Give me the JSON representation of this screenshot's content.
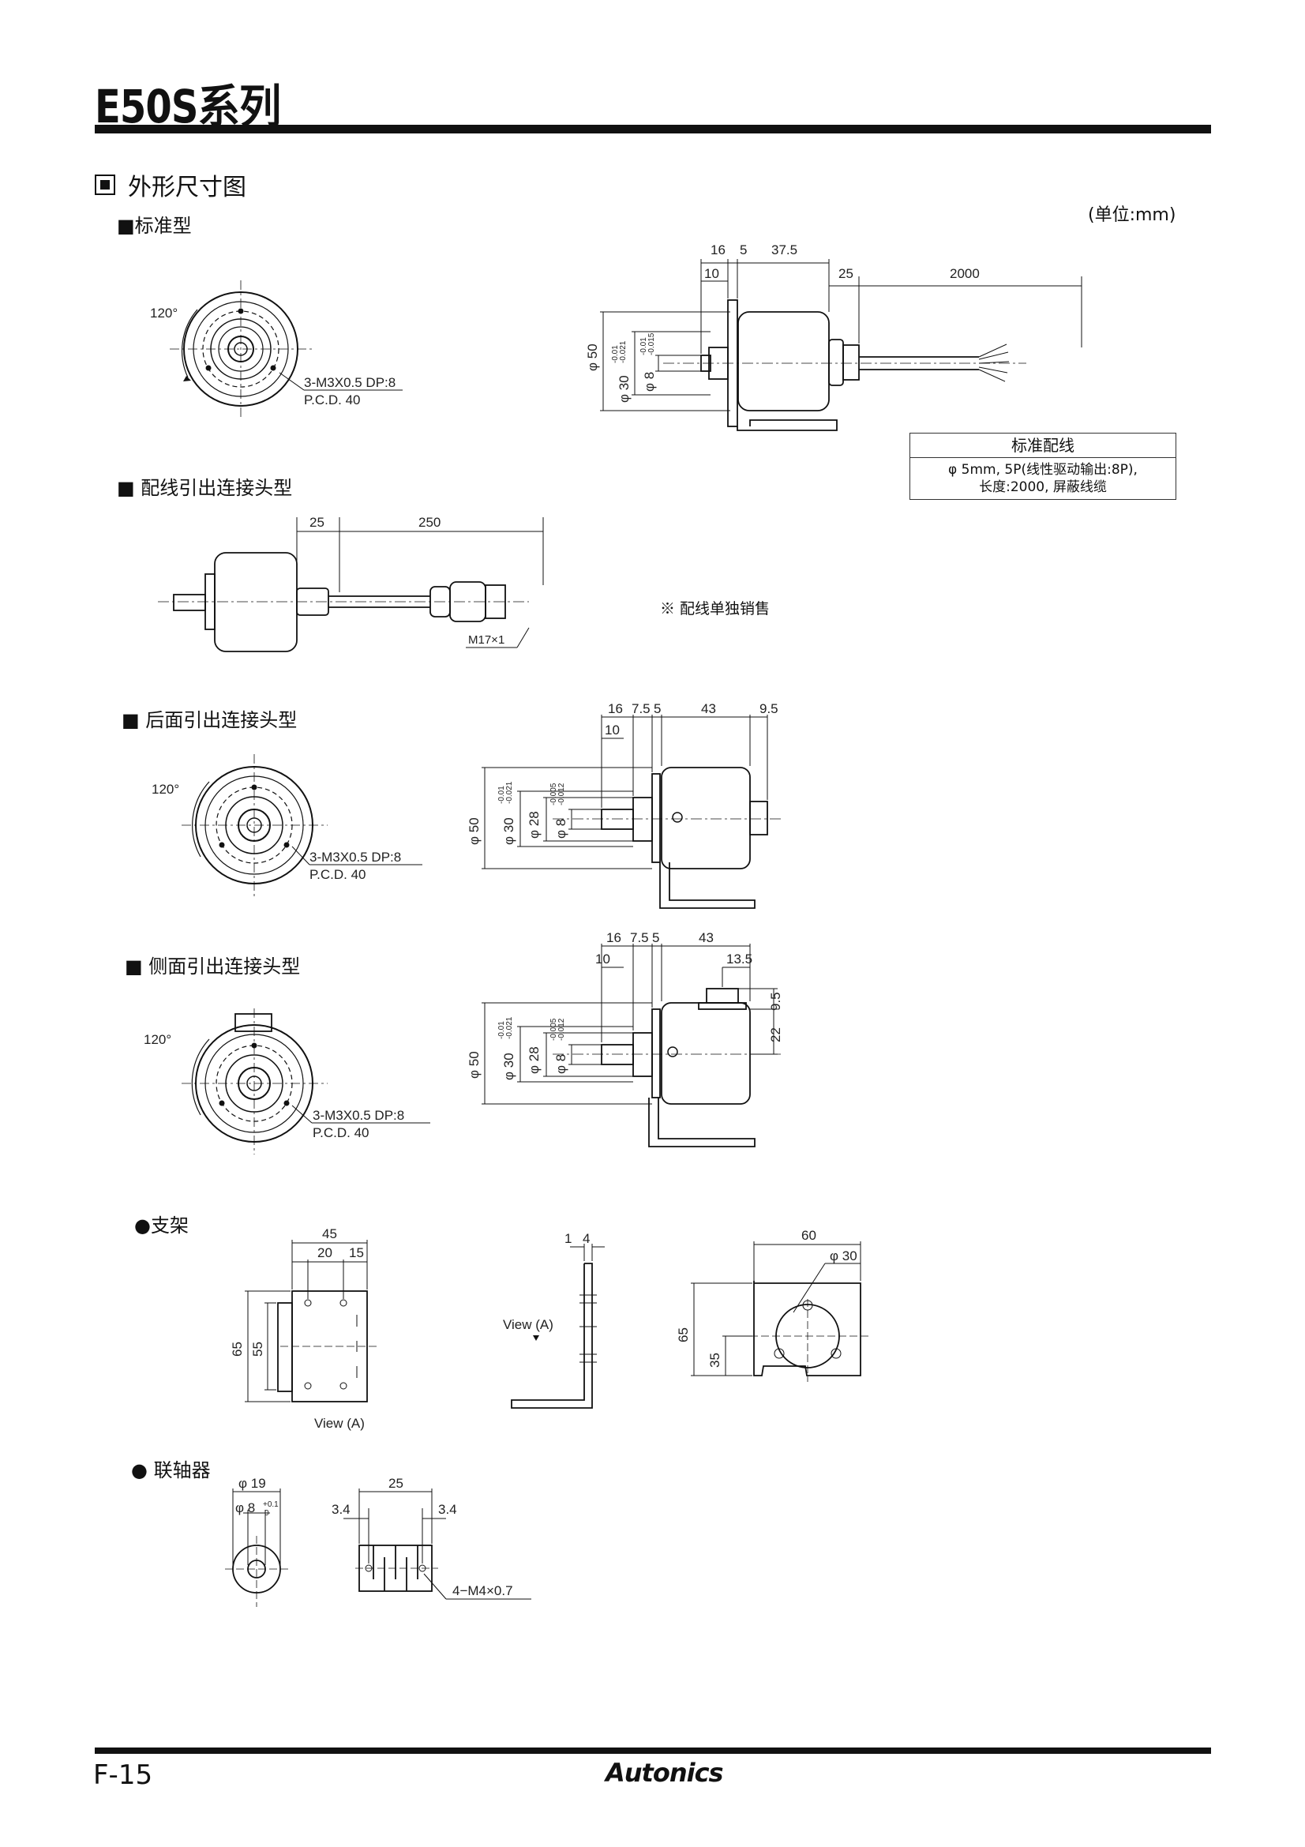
{
  "header": {
    "title": "E50S系列"
  },
  "section": {
    "title": "外形尺寸图",
    "unit": "(单位:mm)"
  },
  "standard": {
    "label": "■标准型",
    "front": {
      "angle": "120°",
      "hole_spec": "3-M3X0.5 DP:8",
      "pcd": "P.C.D. 40"
    },
    "side": {
      "dims": [
        "16",
        "5",
        "37.5",
        "10",
        "25",
        "2000"
      ],
      "dia_outer": "φ 50",
      "dia_mid": "φ 30",
      "dia_mid_tol_upper": "-0.01",
      "dia_mid_tol_lower": "-0.021",
      "dia_shaft": "φ 8",
      "dia_shaft_tol_upper": "-0.01",
      "dia_shaft_tol_lower": "-0.015"
    },
    "table": {
      "header": "标准配线",
      "line1": "φ 5mm, 5P(线性驱动输出:8P),",
      "line2": "长度:2000, 屏蔽线缆"
    }
  },
  "cable_connector": {
    "label": "■ 配线引出连接头型",
    "dims": [
      "25",
      "250"
    ],
    "thread": "M17×1",
    "note": "※ 配线单独销售"
  },
  "rear_connector": {
    "label": "■ 后面引出连接头型",
    "front": {
      "angle": "120°",
      "hole_spec": "3-M3X0.5 DP:8",
      "pcd": "P.C.D. 40"
    },
    "dims": [
      "16",
      "7.5",
      "5",
      "43",
      "9.5",
      "10"
    ],
    "dia_outer": "φ 50",
    "dia_mid": "φ 30",
    "dia_mid_tol_upper": "-0.01",
    "dia_mid_tol_lower": "-0.021",
    "dia_hub": "φ 28",
    "dia_shaft": "φ 8",
    "dia_shaft_tol_upper": "-0.005",
    "dia_shaft_tol_lower": "-0.012"
  },
  "side_connector": {
    "label": "■ 侧面引出连接头型",
    "front": {
      "angle": "120°",
      "hole_spec": "3-M3X0.5 DP:8",
      "pcd": "P.C.D. 40"
    },
    "dims": [
      "16",
      "7.5",
      "5",
      "43",
      "10",
      "13.5",
      "9.5",
      "22"
    ],
    "dia_outer": "φ 50",
    "dia_mid": "φ 30",
    "dia_mid_tol_upper": "-0.01",
    "dia_mid_tol_lower": "-0.021",
    "dia_hub": "φ 28",
    "dia_shaft": "φ 8",
    "dia_shaft_tol_upper": "-0.005",
    "dia_shaft_tol_lower": "-0.012"
  },
  "bracket": {
    "label": "●支架",
    "front_dims": [
      "45",
      "20",
      "15",
      "65",
      "55"
    ],
    "view_label": "View (A)",
    "side_dims": [
      "1",
      "4"
    ],
    "side_view_label": "View (A)",
    "back_dims": [
      "60",
      "φ 30",
      "65",
      "35"
    ]
  },
  "coupling": {
    "label": "● 联轴器",
    "front_dims": [
      "φ 19",
      "φ 8"
    ],
    "front_tol_upper": "+0.1",
    "front_tol_lower": "0",
    "side_dims": [
      "25",
      "3.4",
      "3.4"
    ],
    "screw": "4−M4×0.7"
  },
  "footer": {
    "page": "F-15",
    "brand": "Autonics"
  }
}
